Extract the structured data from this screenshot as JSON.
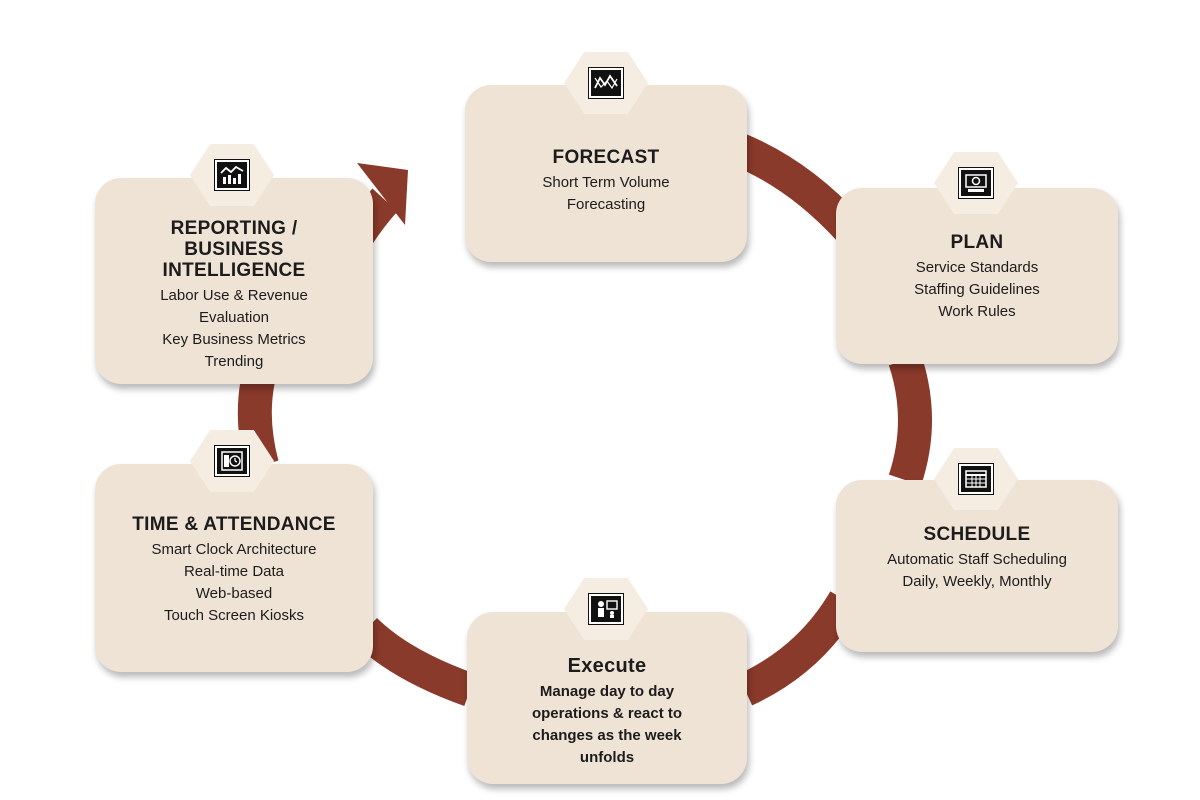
{
  "colors": {
    "arrow": "#8a3a2a",
    "card_fill": "#efe3d5",
    "badge_fill": "#f5ece2",
    "icon": "#111111"
  },
  "steps": [
    {
      "title": "FORECAST",
      "lines": [
        "Short Term Volume",
        "Forecasting"
      ],
      "icon": "line-chart-icon"
    },
    {
      "title": "PLAN",
      "lines": [
        "Service Standards",
        "Staffing Guidelines",
        "Work Rules"
      ],
      "icon": "monitor-gear-icon"
    },
    {
      "title": "SCHEDULE",
      "lines": [
        "Automatic Staff Scheduling",
        "Daily, Weekly, Monthly"
      ],
      "icon": "calendar-grid-icon"
    },
    {
      "title": "Execute",
      "lines": [
        "Manage day to day",
        "operations & react to",
        "changes as the week",
        "unfolds"
      ],
      "icon": "people-presentation-icon"
    },
    {
      "title": "TIME & ATTENDANCE",
      "lines": [
        "Smart Clock Architecture",
        "Real-time Data",
        "Web-based",
        "Touch Screen Kiosks"
      ],
      "icon": "time-clock-icon"
    },
    {
      "title": "REPORTING / BUSINESS INTELLIGENCE",
      "title_lines": [
        "REPORTING /",
        "BUSINESS",
        "INTELLIGENCE"
      ],
      "lines": [
        "Labor Use & Revenue",
        "Evaluation",
        "Key Business Metrics",
        "Trending"
      ],
      "icon": "bar-line-chart-icon"
    }
  ]
}
